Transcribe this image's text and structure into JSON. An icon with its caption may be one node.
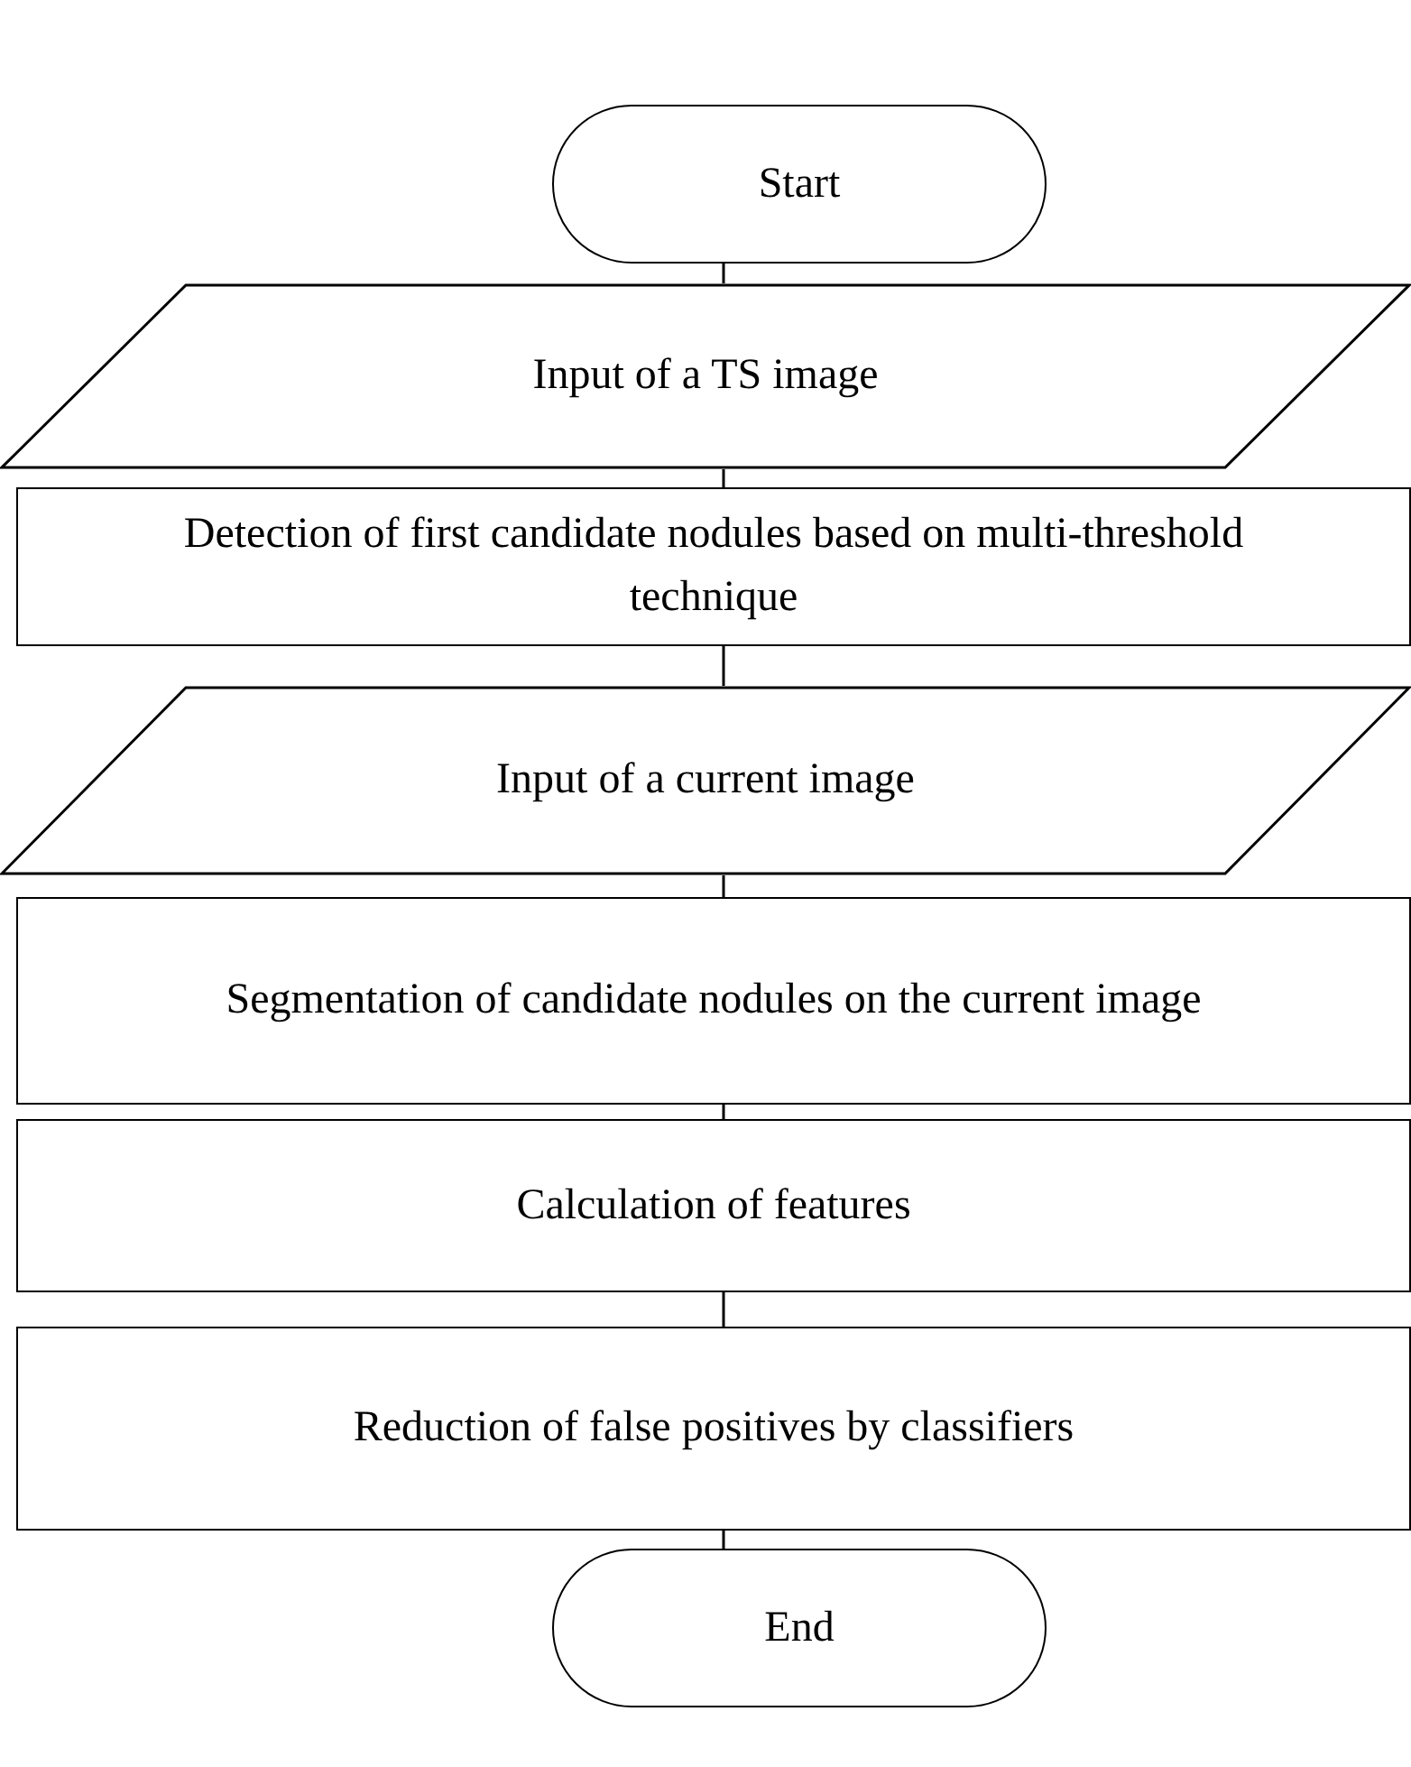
{
  "diagram": {
    "nodes": [
      {
        "text": [
          "Start"
        ]
      },
      {
        "text": [
          "Input of a TS image"
        ]
      },
      {
        "text": [
          "Detection of first candidate nodules based on multi-threshold technique"
        ]
      },
      {
        "text": [
          "Input of a current image"
        ]
      },
      {
        "text": [
          "Segmentation of candidate nodules on the current image"
        ]
      },
      {
        "text": [
          "Calculation of features"
        ]
      },
      {
        "text": [
          "Reduction of false positives by classifiers"
        ]
      },
      {
        "text": [
          "End"
        ]
      }
    ],
    "edges": [
      {
        "from": 0,
        "to": 1,
        "arrow": "none"
      },
      {
        "from": 1,
        "to": 2,
        "arrow": "none"
      },
      {
        "from": 2,
        "to": 3,
        "arrow": "none"
      },
      {
        "from": 3,
        "to": 4,
        "arrow": "none"
      },
      {
        "from": 4,
        "to": 5,
        "arrow": "none"
      },
      {
        "from": 5,
        "to": 6,
        "arrow": "none"
      },
      {
        "from": 6,
        "to": 7,
        "arrow": "none"
      }
    ]
  }
}
